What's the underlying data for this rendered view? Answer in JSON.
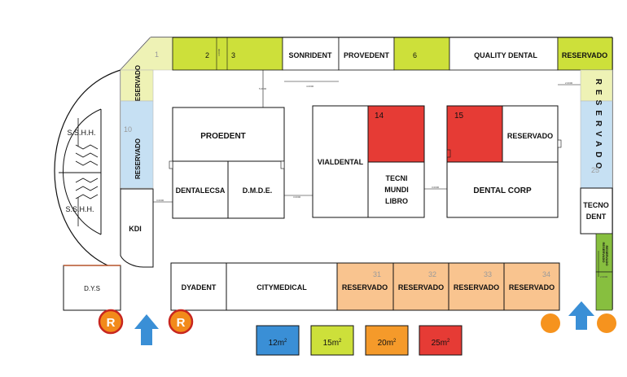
{
  "colors": {
    "size_12": "#3a8fd6",
    "size_15": "#cde03a",
    "size_20": "#f59a2a",
    "size_25": "#e63b35",
    "light_blue": "#c6e0f3",
    "pale_yellow": "#eef2b5",
    "peach": "#f9c48f",
    "green": "#87bf3f",
    "restroom_marker": "#f28a1a",
    "arrow_blue": "#3a8fd6",
    "orange_dot": "#f6931e",
    "wall": "#111111"
  },
  "booths": {
    "b1_number": "1",
    "b2_number": "2",
    "b3_number": "3",
    "sonrident": "SONRIDENT",
    "provedent": "PROVEDENT",
    "b6_number": "6",
    "quality_dental": "QUALITY DENTAL",
    "reservado_top_right": "RESERVADO",
    "reservado_left_top": "RESERVADO",
    "reservado_left_mid": "RESERVADO",
    "b10_number": "10",
    "ssh_top": "S.S.H.H.",
    "ssh_bottom": "S.S.H.H.",
    "kdi": "KDI",
    "dys": "D.Y.S",
    "proedent": "PROEDENT",
    "dentalecsa": "DENTALECSA",
    "dmde": "D.M.D.E.",
    "vialdental": "VIALDENTAL",
    "b14_number": "14",
    "tecni_line1": "TECNI",
    "tecni_line2": "MUNDI",
    "tecni_line3": "LIBRO",
    "b15_number": "15",
    "reservado_15": "RESERVADO",
    "dental_corp": "DENTAL CORP",
    "reservado_right_vertical": "RESERVADO",
    "b25_number": "25",
    "tecno_line1": "TECNO",
    "tecno_line2": "DENT",
    "reservado_small_green_1": "RESERVADO",
    "reservado_small_green_2": "RESERVADO",
    "dyadent": "DYADENT",
    "citymedical": "CITYMEDICAL",
    "reservado_31": "RESERVADO",
    "b31_number": "31",
    "reservado_32": "RESERVADO",
    "b32_number": "32",
    "reservado_33": "RESERVADO",
    "b33_number": "33",
    "reservado_34": "RESERVADO",
    "b34_number": "34"
  },
  "dimensions": {
    "d1": "3.0000",
    "d2": "3.0000",
    "d3": "5.0000",
    "d4": "4.0000",
    "d5": "3.0000",
    "d6": "3.0000",
    "d7": "2.0000",
    "d8": "2.0000"
  },
  "markers": {
    "restroom_left": "R",
    "restroom_right": "R"
  },
  "legend": [
    {
      "label": "12m",
      "sup": "2",
      "color": "#3a8fd6"
    },
    {
      "label": "15m",
      "sup": "2",
      "color": "#cde03a"
    },
    {
      "label": "20m",
      "sup": "2",
      "color": "#f59a2a"
    },
    {
      "label": "25m",
      "sup": "2",
      "color": "#e63b35"
    }
  ]
}
